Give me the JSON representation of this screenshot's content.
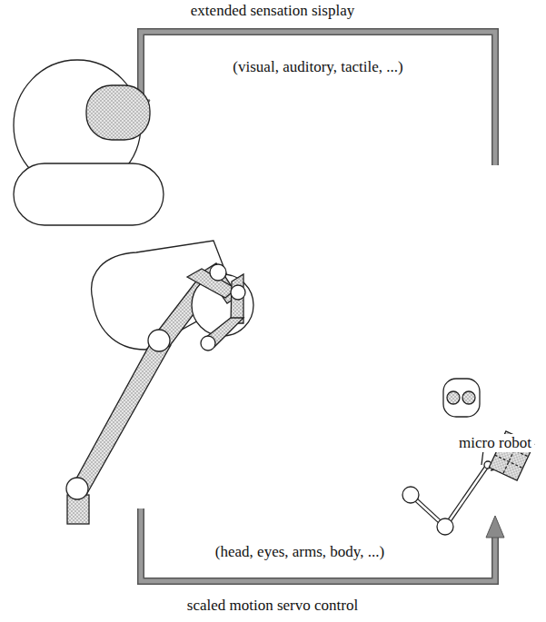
{
  "diagram": {
    "labels": [
      "extended sensation sisplay",
      "(visual, auditory, tactile, ...)",
      "micro robot",
      "(head, eyes, arms, body, ...)",
      "scaled motion servo control"
    ]
  }
}
